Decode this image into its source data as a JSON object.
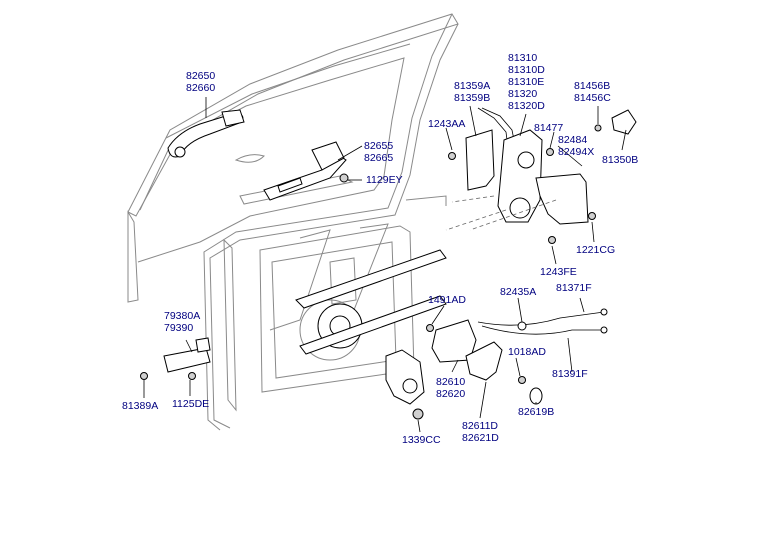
{
  "diagram": {
    "colors": {
      "label": "#000080",
      "line": "#000000",
      "door_outline": "#8a8a8a",
      "background": "#ffffff"
    },
    "labels": {
      "l82650": [
        "82650",
        "82660"
      ],
      "l82655": [
        "82655",
        "82665"
      ],
      "l1129EY": [
        "1129EY"
      ],
      "l81359A": [
        "81359A",
        "81359B"
      ],
      "l81310": [
        "81310",
        "81310D",
        "81310E",
        "81320",
        "81320D"
      ],
      "l1243AA": [
        "1243AA"
      ],
      "l81477": [
        "81477"
      ],
      "l82484": [
        "82484",
        "82494X"
      ],
      "l81456B": [
        "81456B",
        "81456C"
      ],
      "l81350B": [
        "81350B"
      ],
      "l1221CG": [
        "1221CG"
      ],
      "l1243FE": [
        "1243FE"
      ],
      "l82435A": [
        "82435A"
      ],
      "l81371F": [
        "81371F"
      ],
      "l1491AD": [
        "1491AD"
      ],
      "l1018AD": [
        "1018AD"
      ],
      "l81391F": [
        "81391F"
      ],
      "l79380A": [
        "79380A",
        "79390"
      ],
      "l81389A": [
        "81389A"
      ],
      "l1125DE": [
        "1125DE"
      ],
      "l82610": [
        "82610",
        "82620"
      ],
      "l82619B": [
        "82619B"
      ],
      "l1339CC": [
        "1339CC"
      ],
      "l82611D": [
        "82611D",
        "82621D"
      ]
    }
  }
}
